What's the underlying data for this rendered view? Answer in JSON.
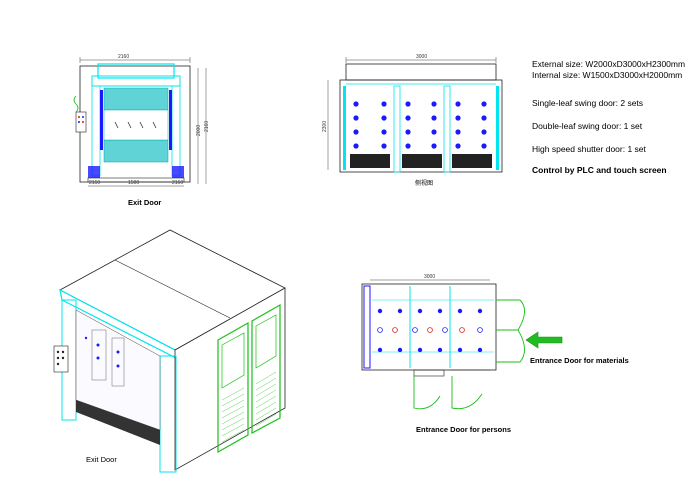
{
  "specs": {
    "external": "External size: W2000xD3000xH2300mm",
    "internal": "Internal size:  W1500xD3000xH2000mm"
  },
  "features": [
    "Single-leaf swing door: 2 sets",
    "Double-leaf swing door: 1 set",
    "High speed shutter door: 1 set",
    "Control by PLC and touch screen"
  ],
  "captions": {
    "exit_door_top": "Exit Door",
    "side_view": "侧视图",
    "exit_door_bottom": "Exit Door",
    "entrance_materials": "Entrance Door for materials",
    "entrance_persons": "Entrance Door for persons"
  },
  "dimensions": {
    "front_width": "2160",
    "front_height_outer": "2160",
    "front_height_inner": "2000",
    "front_inner_width": "1500",
    "front_side_left": "2160",
    "front_side_right": "2160",
    "side_length": "3000",
    "side_height": "2300",
    "plan_length": "3000"
  },
  "colors": {
    "cyan": "#00e5ee",
    "teal_panel": "#5fd3d6",
    "nozzle_blue": "#1a1aff",
    "nozzle_red": "#e01818",
    "door_green": "#19c019",
    "arrow_green": "#22bb22"
  }
}
